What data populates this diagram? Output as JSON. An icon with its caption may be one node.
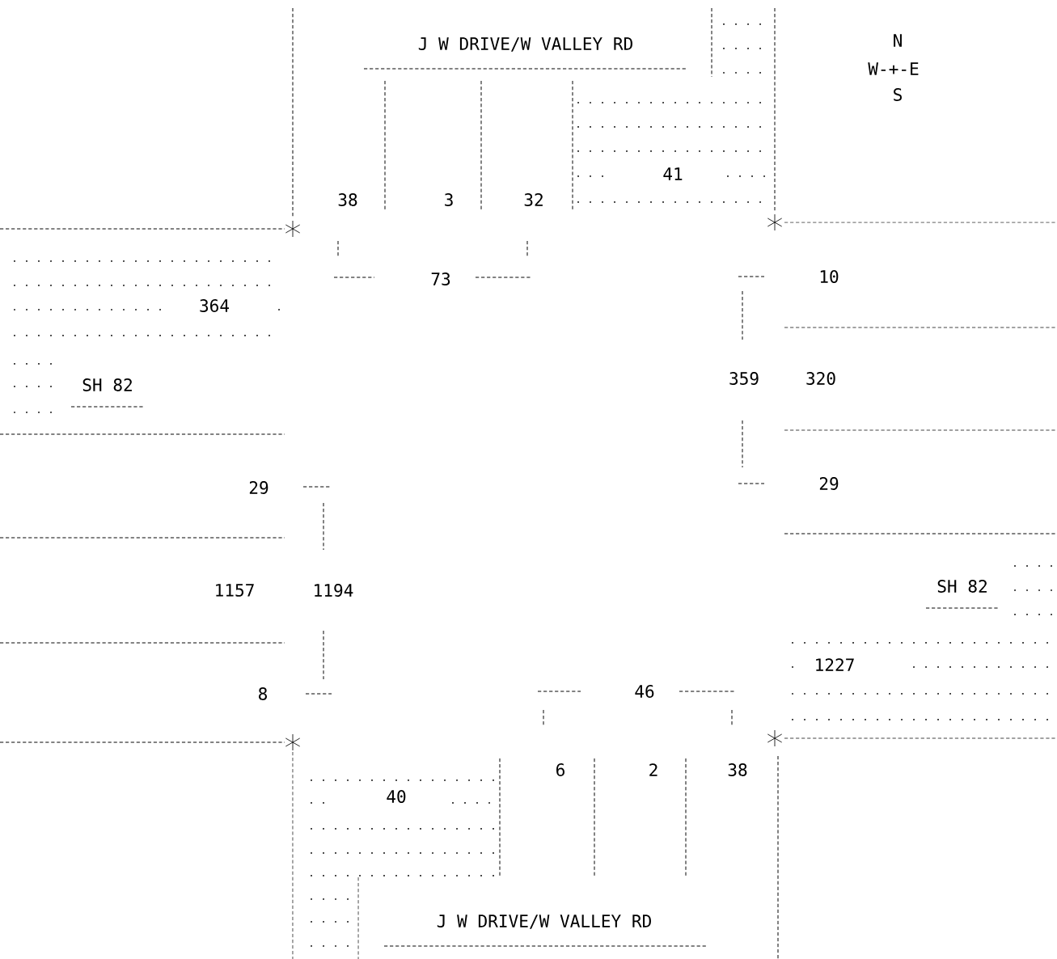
{
  "diagram": {
    "labels": [
      "J W DRIVE/W VALLEY RD",
      "N",
      "W-+-E",
      "S",
      "41",
      "38",
      "3",
      "32",
      "73",
      "10",
      "364",
      "359",
      "320",
      "SH 82",
      "29",
      "29",
      "1157",
      "1194",
      "SH 82",
      "1227",
      "8",
      "46",
      "6",
      "2",
      "38",
      "40",
      "J W DRIVE/W VALLEY RD"
    ]
  }
}
